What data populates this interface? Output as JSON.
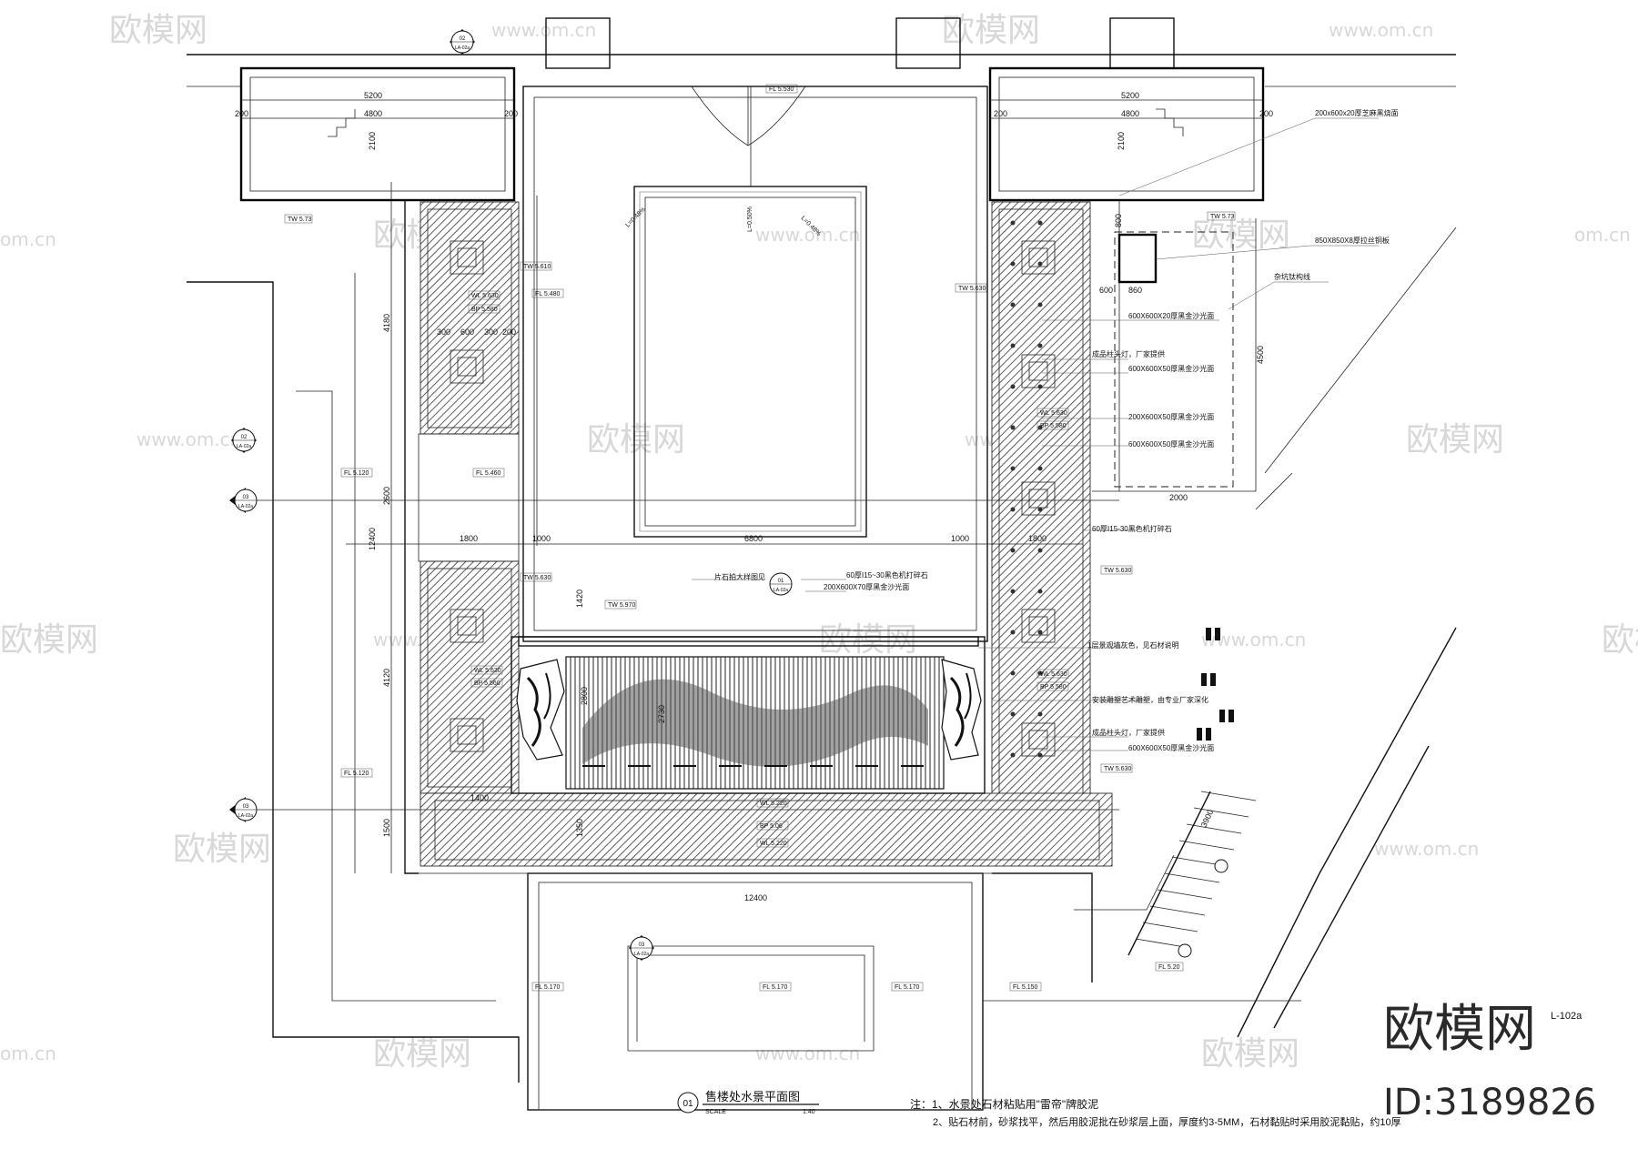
{
  "watermark": {
    "brand": "欧模网",
    "url": "www.om.cn",
    "site_suffix": "om.cn"
  },
  "brand_stamp": {
    "name": "欧模网",
    "id_text": "ID:3189826"
  },
  "sheet_code": "L-102a",
  "title_block": {
    "number": "01",
    "title": "售楼处水景平面图",
    "scale_label": "SCALE",
    "scale_value": "1:40"
  },
  "notes": {
    "line1": "注：1、水景处石材粘贴用\"雷帝\"牌胶泥",
    "line2": "2、贴石材前，砂浆找平，然后用胶泥批在砂浆层上面，厚度约3-5MM，石材黏贴时采用胶泥黏贴，约10厚"
  },
  "callouts": {
    "c1": "200x600x20厚芝麻黑烧面",
    "c2": "850X850X8厚拉丝铜板",
    "c3": "杂坑钛构线",
    "c4": "600X600X20厚黑金沙光面",
    "c5": "成品柱头灯，厂家提供",
    "c6": "600X600X50厚黑金沙光面",
    "c7": "200X600X50厚黑金沙光面",
    "c8": "600X600X50厚黑金沙光面",
    "c9": "60厚Ⅰ15-30黑色机打碎石",
    "c10": "片石拍大样图见",
    "c11": "60厚Ⅰ15~30黑色机打碎石",
    "c12": "200X600X70厚黑金沙光面",
    "c13": "1层景观墙灰色，见石材说明",
    "c14": "安装雕塑艺术雕塑，由专业厂家深化",
    "c15": "成品柱头灯，厂家提供",
    "c16": "600X600X50厚黑金沙光面"
  },
  "levels": {
    "fl530": "FL 5.530",
    "tw573a": "TW 5.73",
    "tw573b": "TW 5.73",
    "tw5610": "TW 5.610",
    "fl5480": "FL 5.480",
    "wl5630": "WL 5.630",
    "bp5580": "BP 5.580",
    "tw5630r": "TW 5.630",
    "fl5120": "FL 5.120",
    "fl5460": "FL 5.460",
    "tw5630c": "TW 5.630",
    "tw5970": "TW 5.970",
    "fl5120b": "FL 5.120",
    "tw5630b": "TW 5.630",
    "wl5630r": "WL 5.630",
    "bp5580r": "BP 5.580",
    "wl5630rr": "WL 5.630",
    "bp5580rr": "BP 5.580",
    "wl5630l": "WL 5.630",
    "bp5560l": "BP 5.560",
    "tw5630rb": "TW 5.630",
    "wl5220": "WL 5.220",
    "bp506": "BP 5.06",
    "wl5220b": "WL 5.220",
    "fl5170a": "FL 5.170",
    "fl5170b": "FL 5.170",
    "fl5170c": "FL 5.170",
    "fl5150": "FL 5.150",
    "fl520": "FL 5.20",
    "tw5630r2": "TW 5.630",
    "slope1": "L=0.48%",
    "slope2": "L=0.50%",
    "slope3": "L=0.48%"
  },
  "dims": {
    "d5200a": "5200",
    "d4800a": "4800",
    "d200a": "200",
    "d200b": "200",
    "d2100a": "2100",
    "d5200b": "5200",
    "d4800b": "4800",
    "d200c": "200",
    "d200d": "200",
    "d2100b": "2100",
    "d4180": "4180",
    "d2600": "2600",
    "d12400v": "12400",
    "d4120": "4120",
    "d1500": "1500",
    "d300a": "300",
    "d600a": "600",
    "d300b": "300",
    "d200e": "200",
    "d1800a": "1800",
    "d1000a": "1000",
    "d6800": "6800",
    "d1000b": "1000",
    "d1800b": "1800",
    "d1400": "1400",
    "d1350": "1350",
    "d12400h": "12400",
    "d2730": "2730",
    "d2800": "2800",
    "d1420": "1420",
    "d600b": "600",
    "d860": "860",
    "d800": "800",
    "d4500": "4500",
    "d2000": "2000",
    "d3900": "3900"
  },
  "section_markers": {
    "m1": {
      "num": "02",
      "ref": "LA-02a"
    },
    "m2": {
      "num": "02",
      "ref": "LA-02a"
    },
    "m3": {
      "num": "03",
      "ref": "LA-02a"
    },
    "m4": {
      "num": "03",
      "ref": "LA-02a"
    },
    "m5": {
      "num": "03",
      "ref": "LA-02a"
    },
    "m6": {
      "num": "01",
      "ref": "LA-02a"
    }
  }
}
